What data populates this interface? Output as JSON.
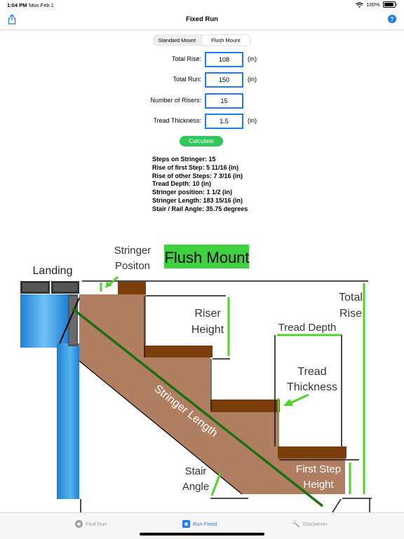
{
  "status": {
    "time": "1:04 PM",
    "date": "Mon Feb 1",
    "battery": "100%"
  },
  "nav": {
    "title": "Fixed Run",
    "help": "?"
  },
  "segment": {
    "options": [
      "Standard Mount",
      "Flush Mount"
    ],
    "selected": "Flush Mount"
  },
  "inputs": [
    {
      "label": "Total Rise:",
      "value": "108",
      "unit": "(in)"
    },
    {
      "label": "Total Run:",
      "value": "150",
      "unit": "(in)"
    },
    {
      "label": "Number of Risers:",
      "value": "15",
      "unit": ""
    },
    {
      "label": "Tread Thickness:",
      "value": "1.5",
      "unit": "(in)"
    }
  ],
  "calculate_label": "Calculate",
  "results": [
    "Steps on Stringer: 15",
    "Rise of first Step: 5 11/16 (in)",
    "Rise of other Steps: 7 3/16 (in)",
    "Tread Depth: 10 (in)",
    "Stringer position: 1 1/2 (in)",
    "Stringer Length: 183 15/16 (in)",
    "Stair / Rail Angle: 35.75 degrees"
  ],
  "diagram": {
    "title": "Flush Mount",
    "labels": {
      "landing": "Landing",
      "stringer_position": [
        "Stringer",
        "Positon"
      ],
      "riser_height": [
        "Riser",
        "Height"
      ],
      "tread_depth": "Tread Depth",
      "tread_thickness": [
        "Tread",
        "Thickness"
      ],
      "total_rise": [
        "Total",
        "Rise"
      ],
      "stringer_length": "Stringer Length",
      "stair_angle": [
        "Stair",
        "Angle"
      ],
      "first_step_height": [
        "First Step",
        "Height"
      ]
    },
    "colors": {
      "title_bg": "#3dd13d",
      "stringer": "#b07f62",
      "tread": "#7b3e0a",
      "landing_blue": "#2d96dc",
      "line_green": "#1e6e12",
      "marker_green": "#52d12a"
    }
  },
  "tabs": [
    {
      "label": "Find Run",
      "icon": "star-circle-icon",
      "active": false
    },
    {
      "label": "Run Fixed",
      "icon": "star-square-icon",
      "active": true
    },
    {
      "label": "Disclaimer",
      "icon": "magic-wand-icon",
      "active": false
    }
  ]
}
